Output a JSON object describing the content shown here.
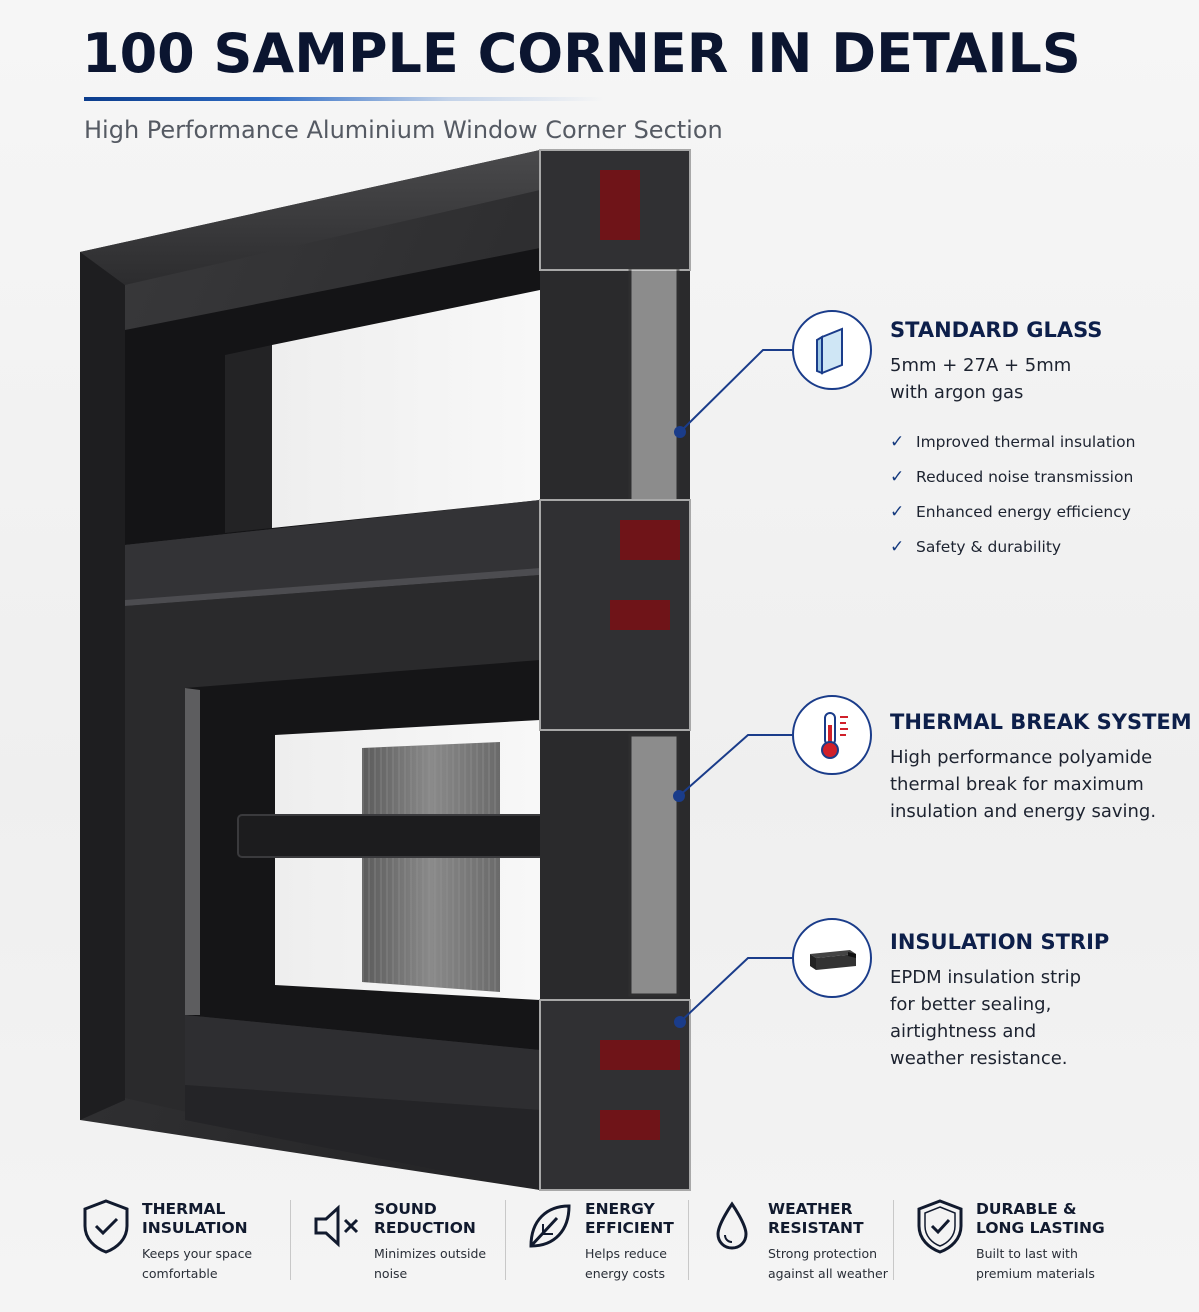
{
  "header": {
    "title": "100 SAMPLE CORNER IN DETAILS",
    "subtitle": "High Performance Aluminium Window Corner Section"
  },
  "colors": {
    "accent": "#0b3c8c",
    "frame": "#2b2b2d",
    "frame_dark": "#18181a",
    "thermal_break": "#7a0f14",
    "text_dark": "#0d1f4a"
  },
  "callouts": [
    {
      "icon": "glass-pane-icon",
      "title": "STANDARD GLASS",
      "desc_lines": [
        "5mm + 27A + 5mm",
        "with argon gas"
      ],
      "checklist": [
        "Improved thermal insulation",
        "Reduced noise transmission",
        "Enhanced energy efficiency",
        "Safety & durability"
      ]
    },
    {
      "icon": "thermometer-icon",
      "title": "THERMAL BREAK SYSTEM",
      "desc_lines": [
        "High performance polyamide",
        "thermal break for maximum",
        "insulation and energy saving."
      ]
    },
    {
      "icon": "insulation-strip-icon",
      "title": "INSULATION STRIP",
      "desc_lines": [
        "EPDM insulation strip",
        "for better sealing,",
        "airtightness and",
        "weather resistance."
      ]
    }
  ],
  "features": [
    {
      "icon": "shield-check-icon",
      "title_lines": [
        "THERMAL",
        "INSULATION"
      ],
      "desc_lines": [
        "Keeps your space",
        "comfortable"
      ]
    },
    {
      "icon": "speaker-mute-icon",
      "title_lines": [
        "SOUND",
        "REDUCTION"
      ],
      "desc_lines": [
        "Minimizes outside",
        "noise"
      ]
    },
    {
      "icon": "leaf-icon",
      "title_lines": [
        "ENERGY",
        "EFFICIENT"
      ],
      "desc_lines": [
        "Helps reduce",
        "energy costs"
      ]
    },
    {
      "icon": "water-drop-icon",
      "title_lines": [
        "WEATHER",
        "RESISTANT"
      ],
      "desc_lines": [
        "Strong protection",
        "against all weather"
      ]
    },
    {
      "icon": "shield-check-icon",
      "title_lines": [
        "DURABLE &",
        "LONG LASTING"
      ],
      "desc_lines": [
        "Built to last with",
        "premium materials"
      ]
    }
  ]
}
